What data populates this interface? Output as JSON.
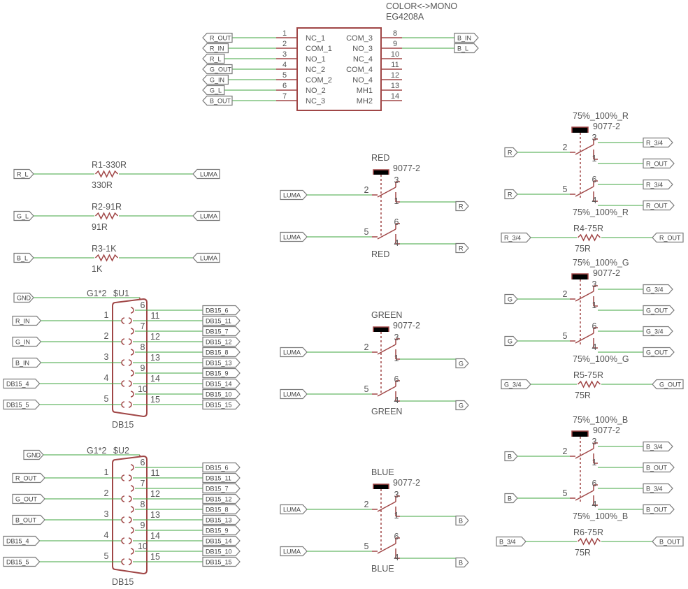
{
  "ic": {
    "title": "COLOR<->MONO",
    "part": "EG4208A",
    "left_pins": [
      {
        "num": "1",
        "name": "NC_1",
        "net": "R_OUT"
      },
      {
        "num": "2",
        "name": "COM_1",
        "net": "R_IN"
      },
      {
        "num": "3",
        "name": "NO_1",
        "net": "R_L"
      },
      {
        "num": "4",
        "name": "NC_2",
        "net": "G_OUT"
      },
      {
        "num": "5",
        "name": "COM_2",
        "net": "G_IN"
      },
      {
        "num": "6",
        "name": "NO_2",
        "net": "G_L"
      },
      {
        "num": "7",
        "name": "NC_3",
        "net": "B_OUT"
      }
    ],
    "right_pins": [
      {
        "num": "8",
        "name": "COM_3",
        "net": "B_IN"
      },
      {
        "num": "9",
        "name": "NO_3",
        "net": "B_L"
      },
      {
        "num": "10",
        "name": "NC_4",
        "net": ""
      },
      {
        "num": "11",
        "name": "COM_4",
        "net": ""
      },
      {
        "num": "12",
        "name": "NO_4",
        "net": ""
      },
      {
        "num": "13",
        "name": "MH1",
        "net": ""
      },
      {
        "num": "14",
        "name": "MH2",
        "net": ""
      }
    ]
  },
  "resistors_left": [
    {
      "label": "R1-330R",
      "value": "330R",
      "left": "R_L",
      "right": "LUMA"
    },
    {
      "label": "R2-91R",
      "value": "91R",
      "left": "G_L",
      "right": "LUMA"
    },
    {
      "label": "R3-1K",
      "value": "1K",
      "left": "B_L",
      "right": "LUMA"
    }
  ],
  "connectors": [
    {
      "name": "$U1",
      "g": "G1*2",
      "part": "DB15",
      "gnd": "GND",
      "left_pins": [
        {
          "num": "1",
          "net": "R_IN"
        },
        {
          "num": "2",
          "net": "G_IN"
        },
        {
          "num": "3",
          "net": "B_IN"
        },
        {
          "num": "4",
          "net": "DB15_4"
        },
        {
          "num": "5",
          "net": "DB15_5"
        }
      ],
      "right_pins": [
        {
          "num": "6",
          "net": "DB15_6"
        },
        {
          "num": "11",
          "net": "DB15_11"
        },
        {
          "num": "7",
          "net": "DB15_7"
        },
        {
          "num": "12",
          "net": "DB15_12"
        },
        {
          "num": "8",
          "net": "DB15_8"
        },
        {
          "num": "13",
          "net": "DB15_13"
        },
        {
          "num": "9",
          "net": "DB15_9"
        },
        {
          "num": "14",
          "net": "DB15_14"
        },
        {
          "num": "10",
          "net": "DB15_10"
        },
        {
          "num": "15",
          "net": "DB15_15"
        }
      ]
    },
    {
      "name": "$U2",
      "g": "G1*2",
      "part": "DB15",
      "gnd": "GND",
      "left_pins": [
        {
          "num": "1",
          "net": "R_OUT"
        },
        {
          "num": "2",
          "net": "G_OUT"
        },
        {
          "num": "3",
          "net": "B_OUT"
        },
        {
          "num": "4",
          "net": "DB15_4"
        },
        {
          "num": "5",
          "net": "DB15_5"
        }
      ],
      "right_pins": [
        {
          "num": "6",
          "net": "DB15_6"
        },
        {
          "num": "11",
          "net": "DB15_11"
        },
        {
          "num": "7",
          "net": "DB15_7"
        },
        {
          "num": "12",
          "net": "DB15_12"
        },
        {
          "num": "8",
          "net": "DB15_8"
        },
        {
          "num": "13",
          "net": "DB15_13"
        },
        {
          "num": "9",
          "net": "DB15_9"
        },
        {
          "num": "14",
          "net": "DB15_14"
        },
        {
          "num": "10",
          "net": "DB15_10"
        },
        {
          "num": "15",
          "net": "DB15_15"
        }
      ]
    }
  ],
  "mid_switches": [
    {
      "name": "RED",
      "part": "9077-2",
      "in": "LUMA",
      "out": "R"
    },
    {
      "name": "GREEN",
      "part": "9077-2",
      "in": "LUMA",
      "out": "G"
    },
    {
      "name": "BLUE",
      "part": "9077-2",
      "in": "LUMA",
      "out": "B"
    }
  ],
  "right_switches": [
    {
      "name": "75%_100%_R",
      "part": "9077-2",
      "in": "R",
      "out34": "R_3/4",
      "out": "R_OUT",
      "res_label": "R4-75R",
      "res_value": "75R"
    },
    {
      "name": "75%_100%_G",
      "part": "9077-2",
      "in": "G",
      "out34": "G_3/4",
      "out": "G_OUT",
      "res_label": "R5-75R",
      "res_value": "75R"
    },
    {
      "name": "75%_100%_B",
      "part": "9077-2",
      "in": "B",
      "out34": "B_3/4",
      "out": "B_OUT",
      "res_label": "R6-75R",
      "res_value": "75R"
    }
  ],
  "colors": {
    "symbol": "#a04646",
    "wire": "#3fa43f",
    "text": "#555555"
  }
}
